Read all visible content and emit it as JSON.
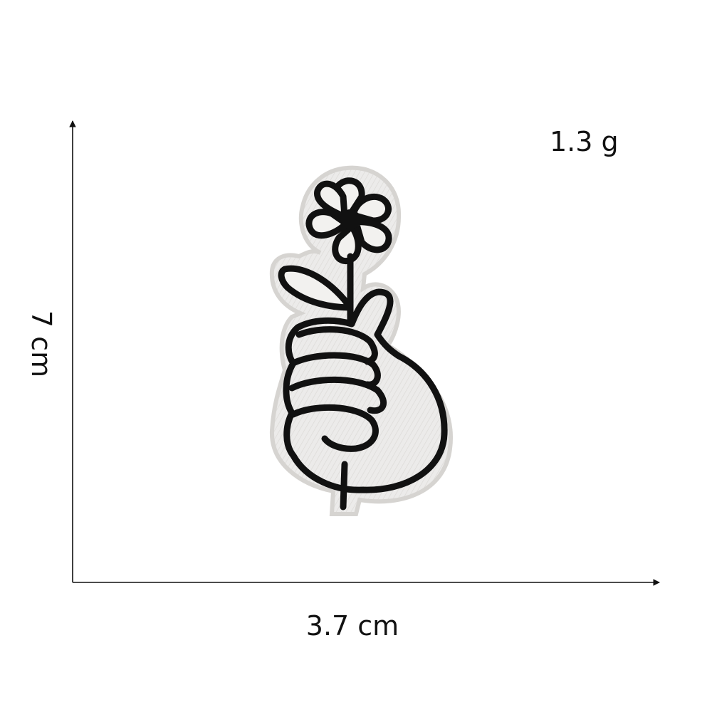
{
  "product": {
    "name": "hand-holding-flower-embroidered-patch",
    "weight": "1.3 g",
    "dimensions": {
      "width": "3.7 cm",
      "height": "7 cm"
    }
  },
  "colors": {
    "background": "#ffffff",
    "patch_fill": "#ecebea",
    "patch_edge": "#d6d4d1",
    "embroidery_line": "#111111",
    "axis": "#111111"
  }
}
